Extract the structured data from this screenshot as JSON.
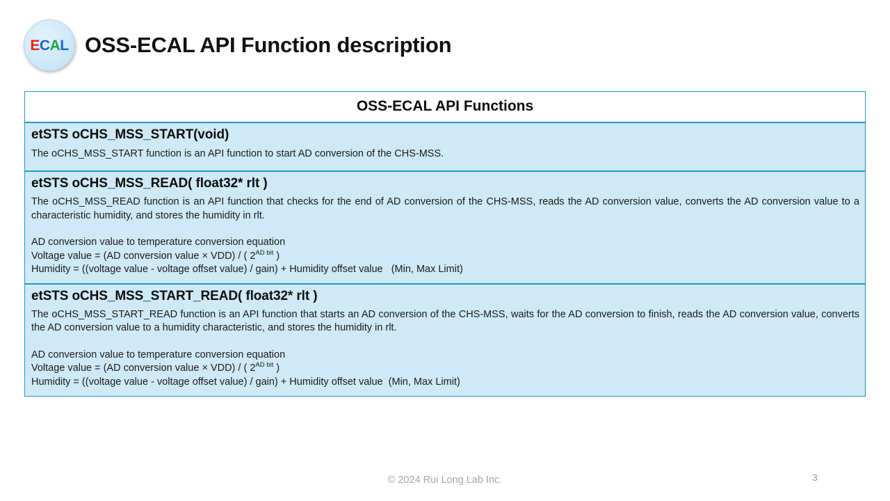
{
  "header": {
    "logo": {
      "name": "ecal-logo",
      "letters": [
        {
          "char": "E",
          "color": "#e8221a"
        },
        {
          "char": "C",
          "color": "#1565d8"
        },
        {
          "char": "A",
          "color": "#19a83c"
        },
        {
          "char": "L",
          "color": "#1565d8"
        }
      ]
    },
    "title": "OSS-ECAL API Function description"
  },
  "table": {
    "header_title": "OSS-ECAL API Functions",
    "border_color": "#2196c9",
    "cell_background": "#cfeaf6",
    "rows": [
      {
        "signature": "etSTS oCHS_MSS_START(void)",
        "description": "The oCHS_MSS_START function is an API function to start AD conversion of the CHS-MSS.",
        "equations": null
      },
      {
        "signature": "etSTS oCHS_MSS_READ( float32* rlt )",
        "description": "The oCHS_MSS_READ function is an API function that checks for the end of AD conversion of the CHS-MSS, reads the AD conversion value, converts the AD conversion value to a characteristic humidity, and stores the humidity in rlt.",
        "equations": {
          "heading": "AD conversion value to temperature conversion equation",
          "line_voltage_prefix": "Voltage value = (AD conversion value × VDD) / ( 2",
          "line_voltage_sup": "AD bit",
          "line_voltage_suffix": " )",
          "line_humidity": "Humidity = ((voltage value - voltage offset value) / gain) + Humidity offset value   (Min, Max Limit)"
        }
      },
      {
        "signature": "etSTS oCHS_MSS_START_READ( float32* rlt )",
        "description": "The oCHS_MSS_START_READ function is an API function that starts an AD conversion of the CHS-MSS, waits for the AD conversion to finish, reads the AD conversion value, converts the AD conversion value to a humidity characteristic, and stores the humidity in rlt.",
        "equations": {
          "heading": "AD conversion value to temperature conversion equation",
          "line_voltage_prefix": "Voltage value = (AD conversion value × VDD) / ( 2",
          "line_voltage_sup": "AD bit",
          "line_voltage_suffix": " )",
          "line_humidity": "Humidity = ((voltage value - voltage offset value) / gain) + Humidity offset value  (Min, Max Limit)"
        }
      }
    ]
  },
  "footer": {
    "copyright": "© 2024 Rui Long Lab Inc.",
    "page_number": "3"
  }
}
